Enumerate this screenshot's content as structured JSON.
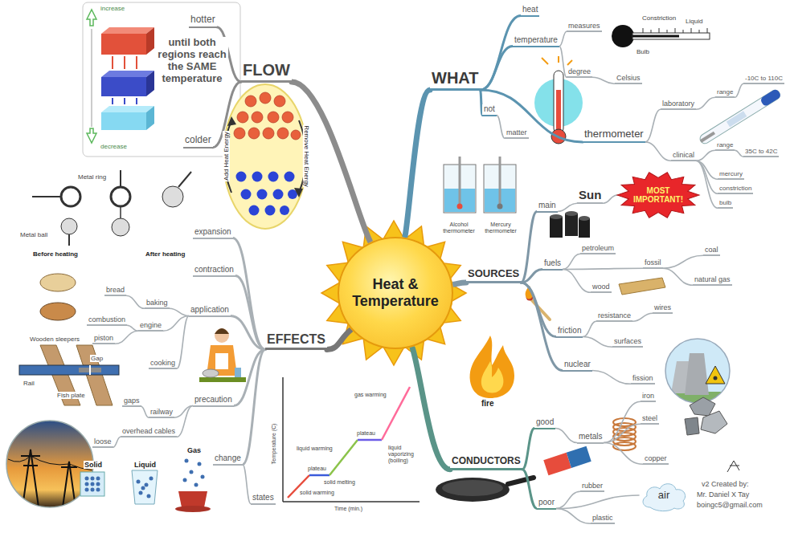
{
  "diagram": {
    "nodes": [
      {
        "text": [
          "Heat & Temperature"
        ]
      },
      {
        "text": [
          "FLOW"
        ]
      },
      {
        "text": [
          "hotter"
        ]
      },
      {
        "text": [
          "colder"
        ]
      },
      {
        "text": [
          "EFFECTS"
        ]
      },
      {
        "text": [
          "expansion"
        ]
      },
      {
        "text": [
          "contraction"
        ]
      },
      {
        "text": [
          "application"
        ]
      },
      {
        "text": [
          "baking"
        ]
      },
      {
        "text": [
          "bread"
        ]
      },
      {
        "text": [
          "engine"
        ]
      },
      {
        "text": [
          "combustion"
        ]
      },
      {
        "text": [
          "piston"
        ]
      },
      {
        "text": [
          "cooking"
        ]
      },
      {
        "text": [
          "precaution"
        ]
      },
      {
        "text": [
          "railway"
        ]
      },
      {
        "text": [
          "gaps"
        ]
      },
      {
        "text": [
          "overhead cables"
        ]
      },
      {
        "text": [
          "loose"
        ]
      },
      {
        "text": [
          "change"
        ]
      },
      {
        "text": [
          "states"
        ]
      },
      {
        "text": [
          "WHAT"
        ]
      },
      {
        "text": [
          "heat"
        ]
      },
      {
        "text": [
          "temperature"
        ]
      },
      {
        "text": [
          "measures"
        ]
      },
      {
        "text": [
          "degree"
        ]
      },
      {
        "text": [
          "Celsius"
        ]
      },
      {
        "text": [
          "not"
        ]
      },
      {
        "text": [
          "matter"
        ]
      },
      {
        "text": [
          "thermometer"
        ]
      },
      {
        "text": [
          "laboratory"
        ]
      },
      {
        "text": [
          "range"
        ]
      },
      {
        "text": [
          "-10C to 110C"
        ]
      },
      {
        "text": [
          "clinical"
        ]
      },
      {
        "text": [
          "range"
        ]
      },
      {
        "text": [
          "35C to 42C"
        ]
      },
      {
        "text": [
          "mercury"
        ]
      },
      {
        "text": [
          "constriction"
        ]
      },
      {
        "text": [
          "bulb"
        ]
      },
      {
        "text": [
          "SOURCES"
        ]
      },
      {
        "text": [
          "main"
        ]
      },
      {
        "text": [
          "Sun"
        ]
      },
      {
        "text": [
          "MOST IMPORTANT!"
        ]
      },
      {
        "text": [
          "fuels"
        ]
      },
      {
        "text": [
          "petroleum"
        ]
      },
      {
        "text": [
          "fossil"
        ]
      },
      {
        "text": [
          "coal"
        ]
      },
      {
        "text": [
          "natural gas"
        ]
      },
      {
        "text": [
          "wood"
        ]
      },
      {
        "text": [
          "friction"
        ]
      },
      {
        "text": [
          "resistance"
        ]
      },
      {
        "text": [
          "wires"
        ]
      },
      {
        "text": [
          "surfaces"
        ]
      },
      {
        "text": [
          "nuclear"
        ]
      },
      {
        "text": [
          "fission"
        ]
      },
      {
        "text": [
          "CONDUCTORS"
        ]
      },
      {
        "text": [
          "good"
        ]
      },
      {
        "text": [
          "metals"
        ]
      },
      {
        "text": [
          "iron"
        ]
      },
      {
        "text": [
          "steel"
        ]
      },
      {
        "text": [
          "copper"
        ]
      },
      {
        "text": [
          "poor"
        ]
      },
      {
        "text": [
          "rubber"
        ]
      },
      {
        "text": [
          "plastic"
        ]
      },
      {
        "text": [
          "air"
        ]
      }
    ],
    "edges": [
      {
        "from": 0,
        "to": 1,
        "arrow": "none"
      },
      {
        "from": 1,
        "to": 2,
        "arrow": "none"
      },
      {
        "from": 1,
        "to": 3,
        "arrow": "none"
      },
      {
        "from": 0,
        "to": 4,
        "arrow": "none"
      },
      {
        "from": 4,
        "to": 5,
        "arrow": "none"
      },
      {
        "from": 4,
        "to": 6,
        "arrow": "none"
      },
      {
        "from": 4,
        "to": 7,
        "arrow": "none"
      },
      {
        "from": 7,
        "to": 8,
        "arrow": "none"
      },
      {
        "from": 8,
        "to": 9,
        "arrow": "none"
      },
      {
        "from": 7,
        "to": 10,
        "arrow": "none"
      },
      {
        "from": 10,
        "to": 11,
        "arrow": "none"
      },
      {
        "from": 10,
        "to": 12,
        "arrow": "none"
      },
      {
        "from": 7,
        "to": 13,
        "arrow": "none"
      },
      {
        "from": 4,
        "to": 14,
        "arrow": "none"
      },
      {
        "from": 14,
        "to": 15,
        "arrow": "none"
      },
      {
        "from": 15,
        "to": 16,
        "arrow": "none"
      },
      {
        "from": 14,
        "to": 17,
        "arrow": "none"
      },
      {
        "from": 17,
        "to": 18,
        "arrow": "none"
      },
      {
        "from": 4,
        "to": 19,
        "arrow": "none"
      },
      {
        "from": 19,
        "to": 20,
        "arrow": "none"
      },
      {
        "from": 0,
        "to": 21,
        "arrow": "none"
      },
      {
        "from": 21,
        "to": 22,
        "arrow": "none"
      },
      {
        "from": 21,
        "to": 23,
        "arrow": "none"
      },
      {
        "from": 23,
        "to": 24,
        "arrow": "none"
      },
      {
        "from": 23,
        "to": 25,
        "arrow": "none"
      },
      {
        "from": 25,
        "to": 26,
        "arrow": "none"
      },
      {
        "from": 21,
        "to": 27,
        "arrow": "none"
      },
      {
        "from": 27,
        "to": 28,
        "arrow": "none"
      },
      {
        "from": 21,
        "to": 29,
        "arrow": "none"
      },
      {
        "from": 29,
        "to": 30,
        "arrow": "none"
      },
      {
        "from": 30,
        "to": 31,
        "arrow": "none"
      },
      {
        "from": 31,
        "to": 32,
        "arrow": "none"
      },
      {
        "from": 29,
        "to": 33,
        "arrow": "none"
      },
      {
        "from": 33,
        "to": 34,
        "arrow": "none"
      },
      {
        "from": 34,
        "to": 35,
        "arrow": "none"
      },
      {
        "from": 33,
        "to": 36,
        "arrow": "none"
      },
      {
        "from": 33,
        "to": 37,
        "arrow": "none"
      },
      {
        "from": 33,
        "to": 38,
        "arrow": "none"
      },
      {
        "from": 0,
        "to": 39,
        "arrow": "none"
      },
      {
        "from": 39,
        "to": 40,
        "arrow": "none"
      },
      {
        "from": 40,
        "to": 41,
        "arrow": "none"
      },
      {
        "from": 41,
        "to": 42,
        "arrow": "none"
      },
      {
        "from": 39,
        "to": 43,
        "arrow": "none"
      },
      {
        "from": 43,
        "to": 44,
        "arrow": "none"
      },
      {
        "from": 43,
        "to": 45,
        "arrow": "none"
      },
      {
        "from": 45,
        "to": 46,
        "arrow": "none"
      },
      {
        "from": 45,
        "to": 47,
        "arrow": "none"
      },
      {
        "from": 43,
        "to": 48,
        "arrow": "none"
      },
      {
        "from": 39,
        "to": 49,
        "arrow": "none"
      },
      {
        "from": 49,
        "to": 50,
        "arrow": "none"
      },
      {
        "from": 50,
        "to": 51,
        "arrow": "none"
      },
      {
        "from": 49,
        "to": 52,
        "arrow": "none"
      },
      {
        "from": 39,
        "to": 53,
        "arrow": "none"
      },
      {
        "from": 53,
        "to": 54,
        "arrow": "none"
      },
      {
        "from": 0,
        "to": 55,
        "arrow": "none"
      },
      {
        "from": 55,
        "to": 56,
        "arrow": "none"
      },
      {
        "from": 56,
        "to": 57,
        "arrow": "none"
      },
      {
        "from": 57,
        "to": 58,
        "arrow": "none"
      },
      {
        "from": 57,
        "to": 59,
        "arrow": "none"
      },
      {
        "from": 57,
        "to": 60,
        "arrow": "none"
      },
      {
        "from": 55,
        "to": 61,
        "arrow": "none"
      },
      {
        "from": 61,
        "to": 62,
        "arrow": "none"
      },
      {
        "from": 61,
        "to": 63,
        "arrow": "none"
      },
      {
        "from": 61,
        "to": 64,
        "arrow": "none"
      }
    ],
    "labels": [
      "increase",
      "decrease",
      "until both regions reach the SAME temperature",
      "Add Heat Energy",
      "Remove Heat Energy",
      "Metal ring",
      "Metal ball",
      "Before heating",
      "After heating",
      "Wooden sleepers",
      "Gap",
      "Rail",
      "Fish plate",
      "Solid",
      "Liquid",
      "Gas",
      "Temperature (C)",
      "Time (min.)",
      "solid warming",
      "plateau",
      "solid melting",
      "liquid warming",
      "plateau",
      "liquid vaporizing (boiling)",
      "gas warming",
      "Constriction",
      "Liquid",
      "Bulb",
      "Alcohol thermometer",
      "Mercury thermometer",
      "fire",
      "v2 Created by:",
      "Mr. Daniel X Tay",
      "boingc5@gmail.com"
    ]
  }
}
